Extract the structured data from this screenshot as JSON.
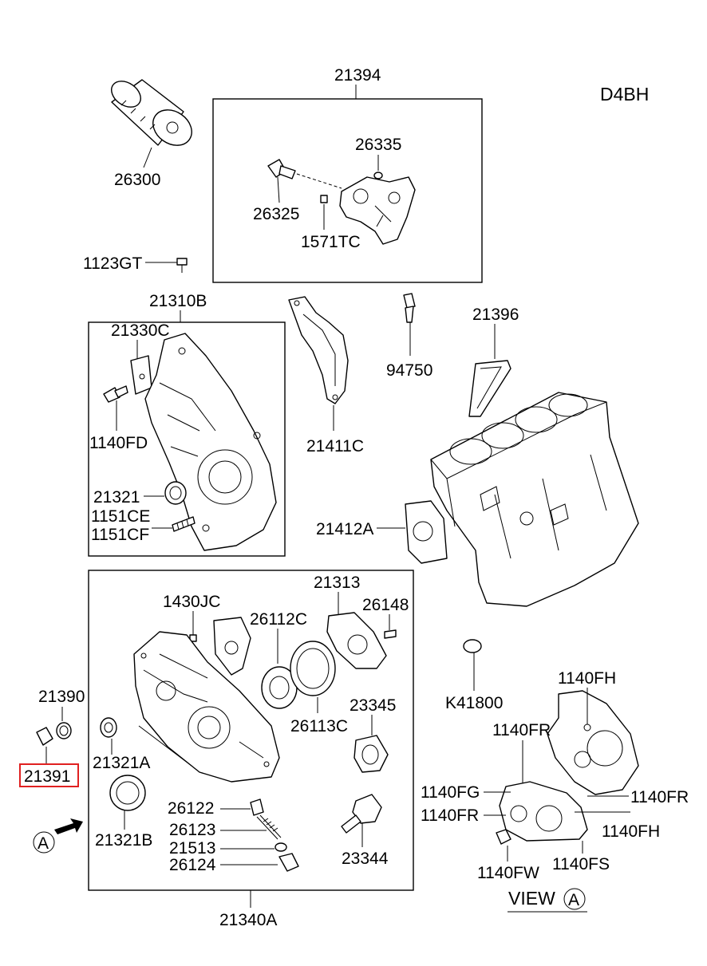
{
  "engine_code": "D4BH",
  "labels": {
    "p21394": "21394",
    "p26300": "26300",
    "p26335": "26335",
    "p26325": "26325",
    "p1571TC": "1571TC",
    "p1123GT": "1123GT",
    "p21310B": "21310B",
    "p21330C": "21330C",
    "p1140FD": "1140FD",
    "p21321": "21321",
    "p1151CE": "1151CE",
    "p1151CF": "1151CF",
    "p21411C": "21411C",
    "p94750": "94750",
    "p21396": "21396",
    "p21412A": "21412A",
    "p1430JC": "1430JC",
    "p21313": "21313",
    "p26148": "26148",
    "p26112C": "26112C",
    "p26113C": "26113C",
    "p23345": "23345",
    "p21390": "21390",
    "p21391": "21391",
    "p21321A": "21321A",
    "p21321B": "21321B",
    "p26122": "26122",
    "p26123": "26123",
    "p21513": "21513",
    "p26124": "26124",
    "p23344": "23344",
    "p21340A": "21340A",
    "pK41800": "K41800",
    "p1140FH_a": "1140FH",
    "p1140FR_a": "1140FR",
    "p1140FG": "1140FG",
    "p1140FR_b": "1140FR",
    "p1140FR_c": "1140FR",
    "p1140FH_b": "1140FH",
    "p1140FW": "1140FW",
    "p1140FS": "1140FS"
  },
  "view_a": {
    "text": "VIEW",
    "marker": "A"
  },
  "arrow_marker": "A",
  "highlight_color": "#e02020"
}
